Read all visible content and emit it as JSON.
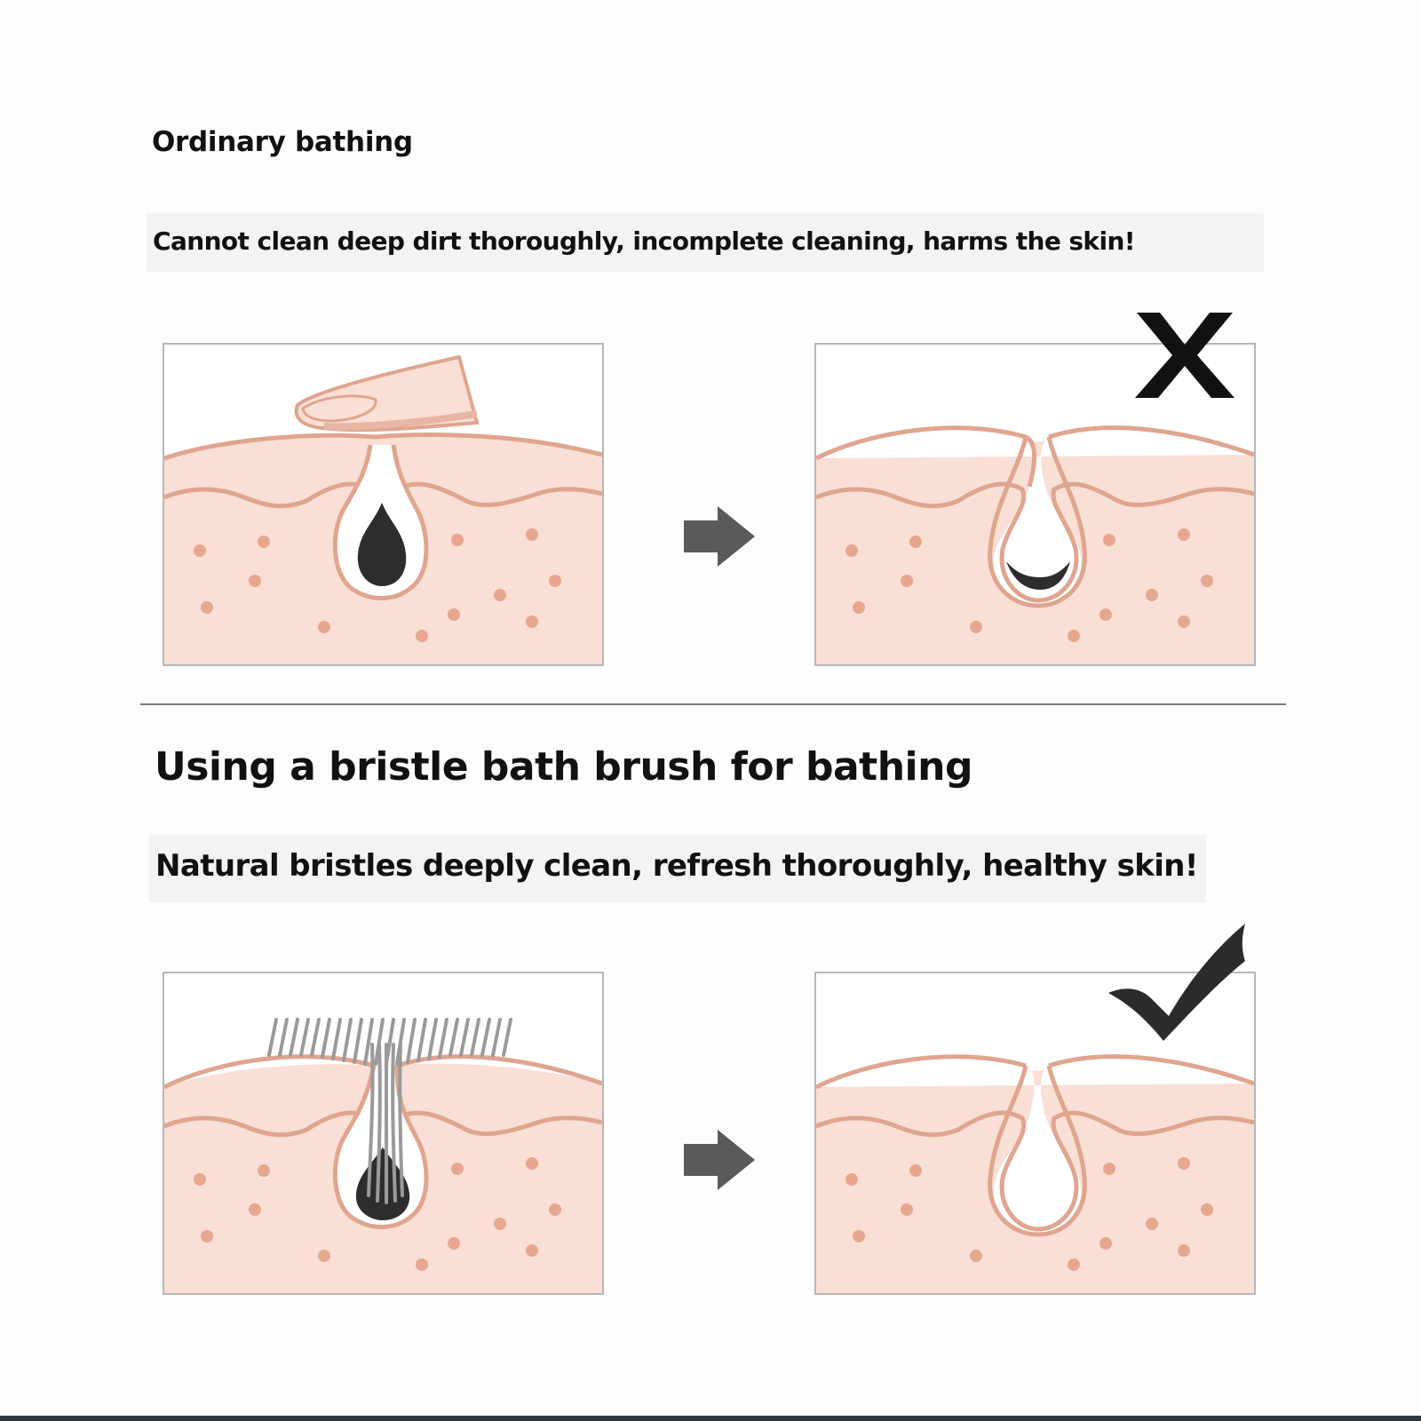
{
  "section_ordinary": {
    "title": "Ordinary bathing",
    "subtitle": "Cannot clean deep dirt thoroughly, incomplete cleaning, harms the skin!",
    "verdict_icon": "cross-icon"
  },
  "section_brush": {
    "title": "Using a bristle bath brush for bathing",
    "subtitle": "Natural bristles deeply clean, refresh thoroughly, healthy skin!",
    "verdict_icon": "checkmark-icon"
  },
  "colors": {
    "skin_fill": "#f9dfd6",
    "skin_line": "#e0a58f",
    "dirt": "#2d2d2d",
    "arrow": "#5a5a5a",
    "mark": "#111111"
  }
}
